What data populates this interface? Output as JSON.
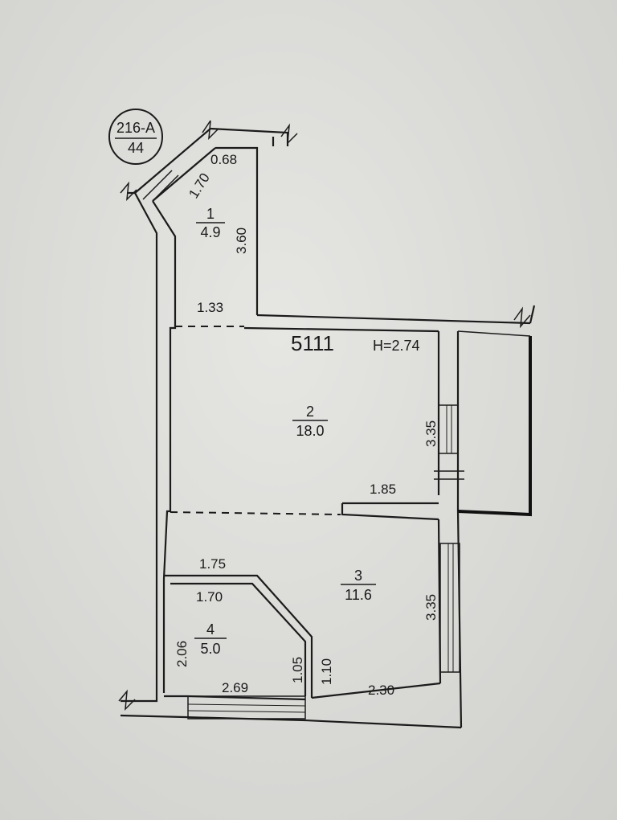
{
  "plan": {
    "stamp": {
      "top": "216-А",
      "bottom": "44"
    },
    "apartment_no": "5111",
    "ceiling_height": "H=2.74",
    "rooms": [
      {
        "number": "1",
        "area": "4.9"
      },
      {
        "number": "2",
        "area": "18.0"
      },
      {
        "number": "3",
        "area": "11.6"
      },
      {
        "number": "4",
        "area": "5.0"
      }
    ],
    "dimensions": {
      "d_0_68": "0.68",
      "d_1_70_top": "1.70",
      "d_3_60": "3.60",
      "d_1_33": "1.33",
      "d_3_35_upper": "3.35",
      "d_1_85": "1.85",
      "d_1_75": "1.75",
      "d_1_70": "1.70",
      "d_3_35_lower": "3.35",
      "d_2_06": "2.06",
      "d_1_05": "1.05",
      "d_1_10": "1.10",
      "d_2_69": "2.69",
      "d_2_30": "2.30"
    }
  }
}
